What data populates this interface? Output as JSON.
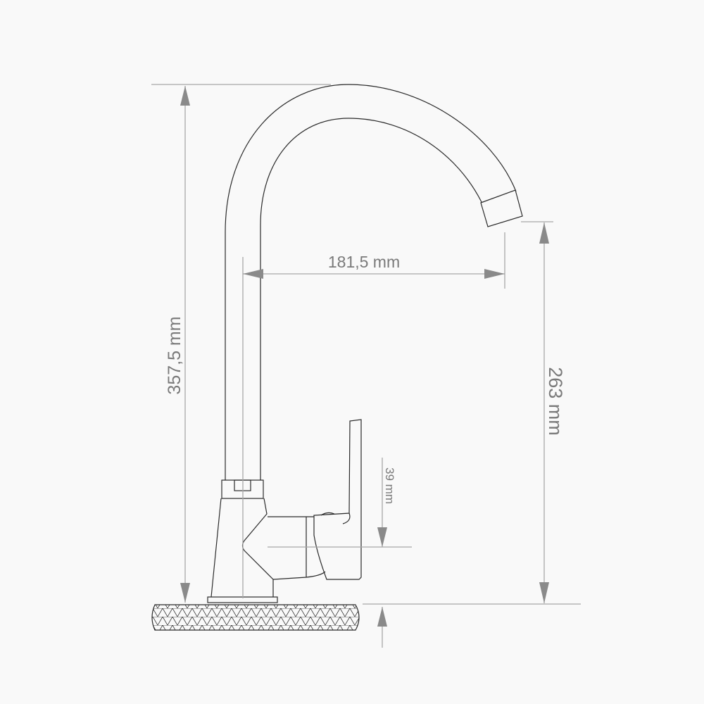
{
  "dimensions": {
    "total_height": "357,5 mm",
    "spout_reach": "181,5 mm",
    "spout_height": "263 mm",
    "handle_height": "39 mm"
  },
  "colors": {
    "background": "#f9f9f9",
    "outline": "#2a2a2a",
    "dimension": "#8a8a8a"
  }
}
